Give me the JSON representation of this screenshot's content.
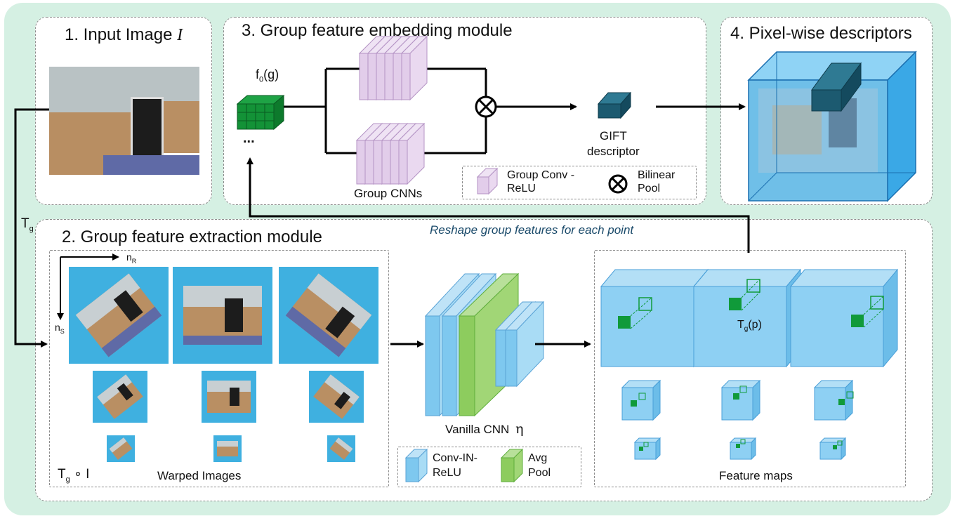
{
  "panels": {
    "input": {
      "title": "1. Input Image",
      "symbol": "I"
    },
    "embedding": {
      "title": "3. Group feature embedding module"
    },
    "pixel": {
      "title": "4. Pixel-wise descriptors"
    },
    "extraction": {
      "title": "2. Group feature extraction module"
    }
  },
  "labels": {
    "f0g": "f",
    "f0g_sub": "0",
    "f0g_tail": "(g)",
    "dots": "...",
    "group_cnns": "Group CNNs",
    "gift_line1": "GIFT",
    "gift_line2": "descriptor",
    "tg": "T",
    "tg_sub": "g",
    "reshape": "Reshape group features for each point",
    "nR": "n",
    "nR_sub": "R",
    "nS": "n",
    "nS_sub": "S",
    "tgoi": "T",
    "tgoi_sub": "g",
    "tgoi_tail": " ∘ I",
    "warped": "Warped Images",
    "vanilla": "Vanilla CNN",
    "eta": "η",
    "tgp": "T",
    "tgp_sub": "g",
    "tgp_tail": "(p)",
    "feature_maps": "Feature maps"
  },
  "legend_embedding": {
    "conv": "Group Conv -",
    "conv2": "ReLU",
    "pool": "Bilinear",
    "pool2": "Pool"
  },
  "legend_extraction": {
    "conv": "Conv-IN-",
    "conv2": "ReLU",
    "pool": "Avg",
    "pool2": "Pool"
  },
  "colors": {
    "background": "#d5f0e3",
    "feature_blue": "#7ec8ef",
    "avg_pool_green": "#8dcc5e",
    "group_conv_lilac": "#e2cdea",
    "descriptor_teal": "#1c5a70",
    "feature_green": "#1a9a3a"
  }
}
